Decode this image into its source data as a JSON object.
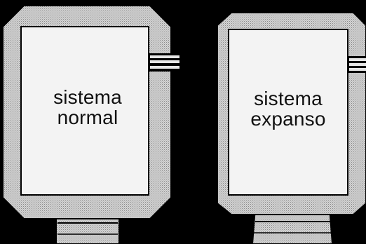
{
  "diagram": {
    "boxes": [
      {
        "id": "normal",
        "label_line1": "sistema",
        "label_line2": "normal"
      },
      {
        "id": "expanso",
        "label_line1": "sistema",
        "label_line2": "expanso"
      }
    ]
  },
  "colors": {
    "background": "#000000",
    "outer_frame": "#c9c9c9",
    "inner_panel": "#f3f3f3",
    "text": "#111111"
  }
}
